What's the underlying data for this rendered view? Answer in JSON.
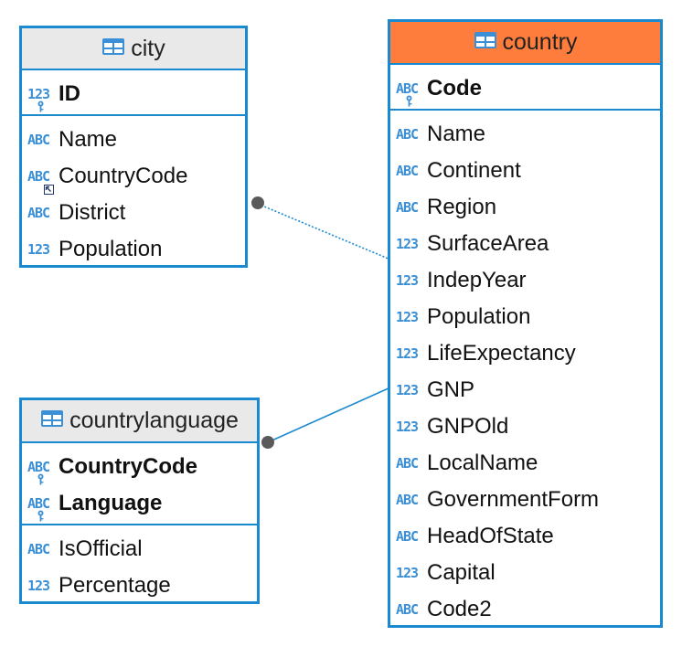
{
  "entities": {
    "city": {
      "name": "city",
      "pk": [
        {
          "name": "ID",
          "type": "123",
          "key": true
        }
      ],
      "cols": [
        {
          "name": "Name",
          "type": "ABC"
        },
        {
          "name": "CountryCode",
          "type": "ABC",
          "fk": true
        },
        {
          "name": "District",
          "type": "ABC"
        },
        {
          "name": "Population",
          "type": "123"
        }
      ]
    },
    "country": {
      "name": "country",
      "pk": [
        {
          "name": "Code",
          "type": "ABC",
          "key": true
        }
      ],
      "cols": [
        {
          "name": "Name",
          "type": "ABC"
        },
        {
          "name": "Continent",
          "type": "ABC"
        },
        {
          "name": "Region",
          "type": "ABC"
        },
        {
          "name": "SurfaceArea",
          "type": "123"
        },
        {
          "name": "IndepYear",
          "type": "123"
        },
        {
          "name": "Population",
          "type": "123"
        },
        {
          "name": "LifeExpectancy",
          "type": "123"
        },
        {
          "name": "GNP",
          "type": "123"
        },
        {
          "name": "GNPOld",
          "type": "123"
        },
        {
          "name": "LocalName",
          "type": "ABC"
        },
        {
          "name": "GovernmentForm",
          "type": "ABC"
        },
        {
          "name": "HeadOfState",
          "type": "ABC"
        },
        {
          "name": "Capital",
          "type": "123"
        },
        {
          "name": "Code2",
          "type": "ABC"
        }
      ]
    },
    "countrylanguage": {
      "name": "countrylanguage",
      "pk": [
        {
          "name": "CountryCode",
          "type": "ABC",
          "key": true
        },
        {
          "name": "Language",
          "type": "ABC",
          "key": true
        }
      ],
      "cols": [
        {
          "name": "IsOfficial",
          "type": "ABC"
        },
        {
          "name": "Percentage",
          "type": "123"
        }
      ]
    }
  },
  "colors": {
    "border": "#1a8ad0",
    "header": "#e9e9e9",
    "highlight_header": "#ff7d3c",
    "type_icon": "#3a8fd6",
    "connector_dot": "#5a5a5a"
  }
}
